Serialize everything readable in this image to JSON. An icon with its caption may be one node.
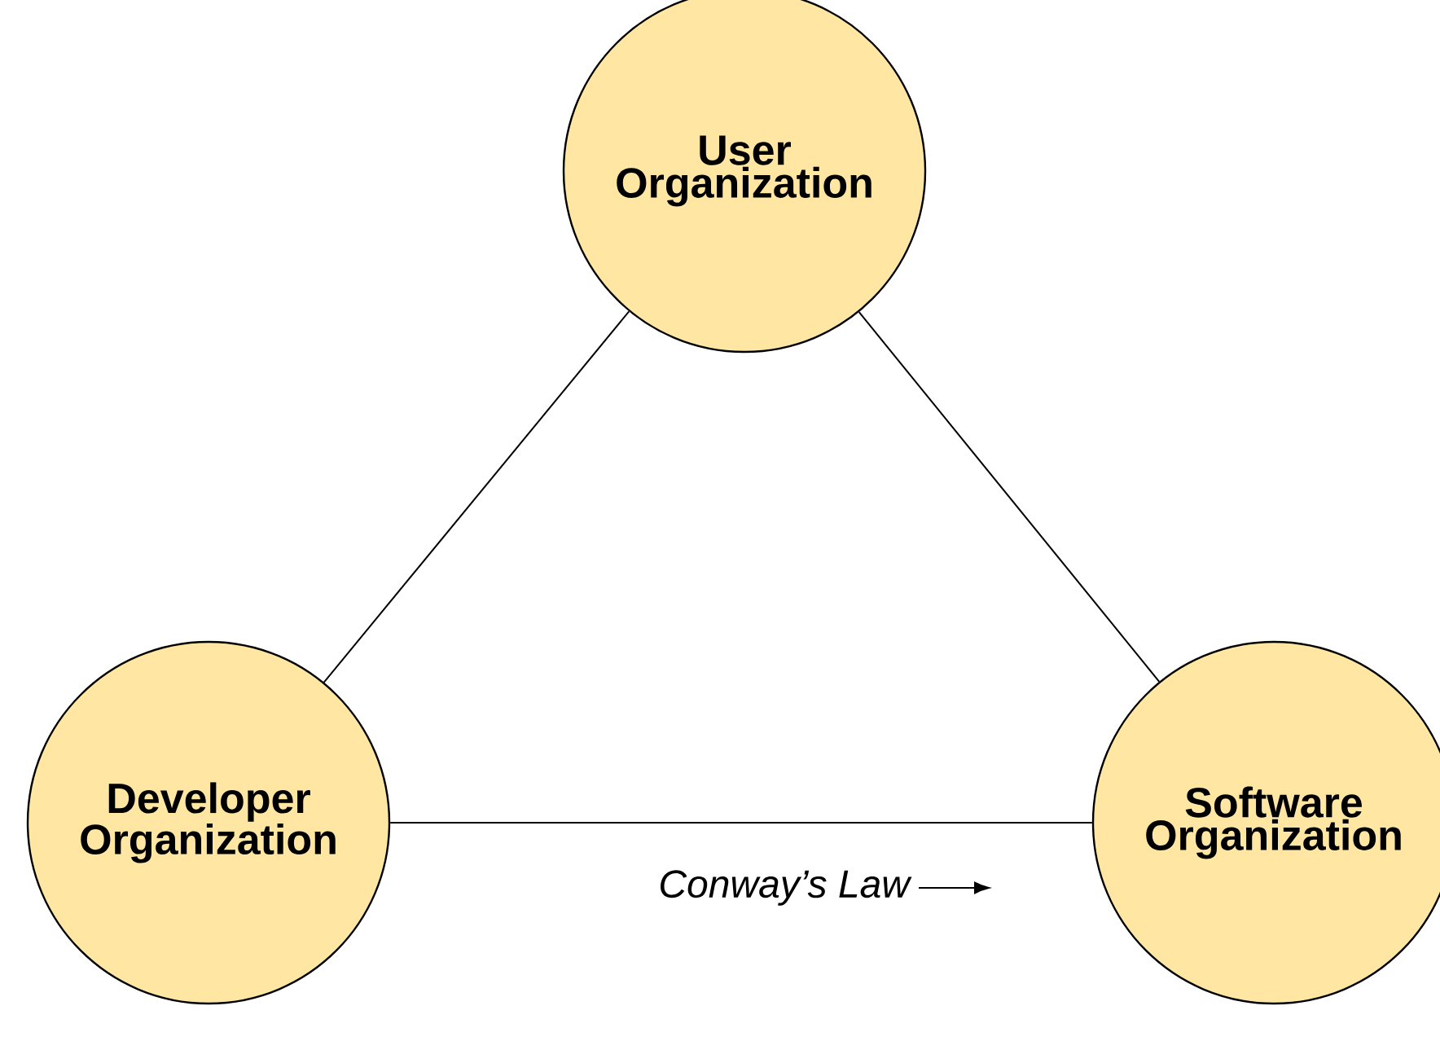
{
  "diagram": {
    "nodes": [
      {
        "text": [
          "User Organization"
        ]
      },
      {
        "text": [
          "Developer Organization"
        ]
      },
      {
        "text": [
          "Software Organization"
        ]
      }
    ],
    "edges": [
      {
        "from": 0,
        "to": 1,
        "arrow": "none"
      },
      {
        "from": 0,
        "to": 2,
        "arrow": "none"
      },
      {
        "from": 1,
        "to": 2,
        "arrow": "none"
      }
    ],
    "labels": [
      "*Conway’s Law*"
    ]
  }
}
